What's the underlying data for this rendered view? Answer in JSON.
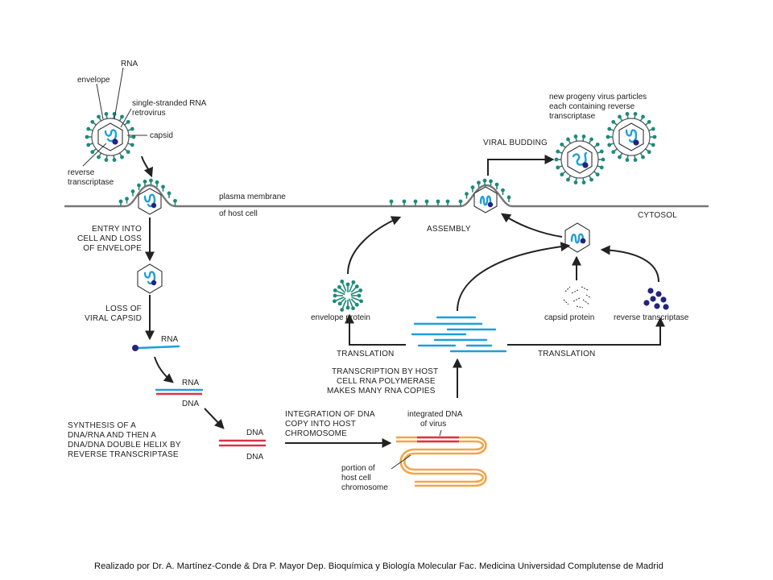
{
  "labels": {
    "rna_top": "RNA",
    "envelope": "envelope",
    "ss_rna_1": "single-stranded RNA",
    "ss_rna_2": "retrovirus",
    "capsid": "capsid",
    "rt_1": "reverse",
    "rt_2": "transcriptase",
    "membrane_1": "plasma membrane",
    "membrane_2": "of host cell",
    "cytosol": "CYTOSOL",
    "entry_1": "ENTRY INTO",
    "entry_2": "CELL AND LOSS",
    "entry_3": "OF ENVELOPE",
    "loss_capsid_1": "LOSS OF",
    "loss_capsid_2": "VIRAL CAPSID",
    "rna_single": "RNA",
    "rna_hybrid": "RNA",
    "dna_hybrid": "DNA",
    "synthesis_1": "SYNTHESIS OF A",
    "synthesis_2": "DNA/RNA AND THEN A",
    "synthesis_3": "DNA/DNA DOUBLE HELIX BY",
    "synthesis_4": "REVERSE TRANSCRIPTASE",
    "dna_ds_top": "DNA",
    "dna_ds_bottom": "DNA",
    "integration_1": "INTEGRATION OF DNA",
    "integration_2": "COPY INTO HOST",
    "integration_3": "CHROMOSOME",
    "integrated_1": "integrated DNA",
    "integrated_2": "of virus",
    "portion_1": "portion of",
    "portion_2": "host cell",
    "portion_3": "chromosome",
    "transcription_1": "TRANSCRIPTION BY HOST",
    "transcription_2": "CELL RNA POLYMERASE",
    "transcription_3": "MAKES MANY RNA COPIES",
    "translation_left": "TRANSLATION",
    "translation_right": "TRANSLATION",
    "envelope_protein": "envelope protein",
    "capsid_protein": "capsid protein",
    "reverse_transcriptase": "reverse transcriptase",
    "assembly": "ASSEMBLY",
    "viral_budding": "VIRAL BUDDING",
    "progeny_1": "new progeny virus particles",
    "progeny_2": "each containing reverse",
    "progeny_3": "transcriptase"
  },
  "footer": {
    "credit": "Realizado por Dr. A. Martínez-Conde  & Dra P. Mayor Dep. Bioquímica y Biología Molecular Fac. Medicina Universidad Complutense de Madrid"
  },
  "colors": {
    "rna": "#1e9fd8",
    "dna": "#d9344a",
    "chromosome": "#f2a64a",
    "spike": "#1e8a7a",
    "reverse_transcriptase": "#24237e",
    "membrane": "#777777"
  }
}
